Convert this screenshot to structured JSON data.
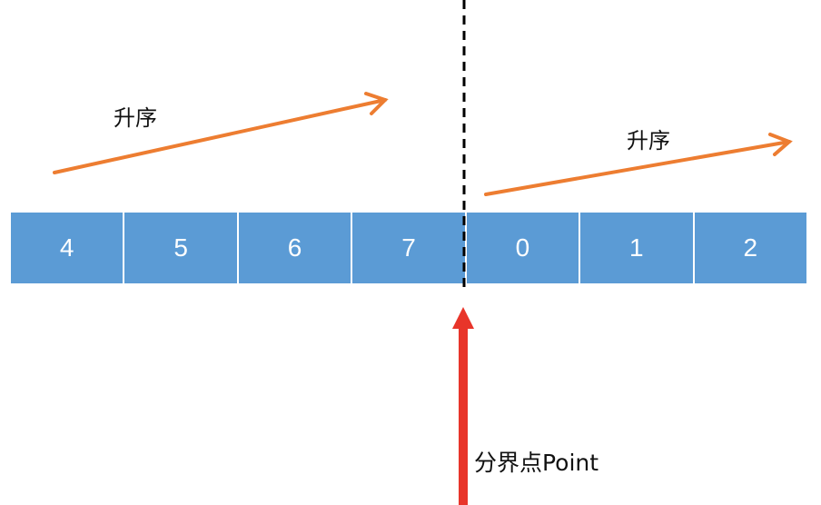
{
  "array": [
    "4",
    "5",
    "6",
    "7",
    "0",
    "1",
    "2"
  ],
  "left_label": "升序",
  "right_label": "升序",
  "point_label": "分界点Point",
  "colors": {
    "cell": "#5b9bd5",
    "trend_arrow": "#ed7d31",
    "point_arrow": "#e8352a",
    "divider": "#000000"
  }
}
